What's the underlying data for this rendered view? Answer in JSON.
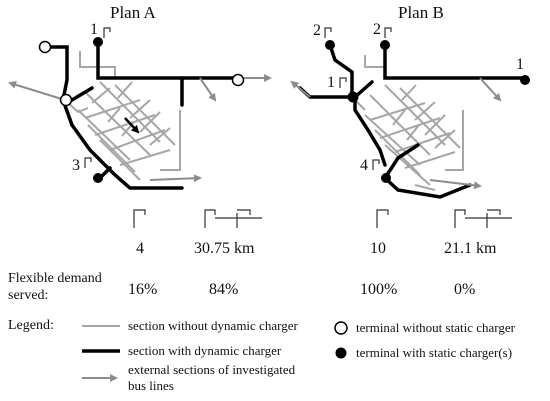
{
  "plans": [
    {
      "title": "Plan A",
      "terminal_labels": [
        "1",
        "3"
      ],
      "static_charger_count": "4",
      "dynamic_length": "30.75 km",
      "flexible_demand": [
        "16%",
        "84%"
      ]
    },
    {
      "title": "Plan B",
      "terminal_labels": [
        "2",
        "2",
        "1",
        "1",
        "4"
      ],
      "static_charger_count": "10",
      "dynamic_length": "21.1 km",
      "flexible_demand": [
        "100%",
        "0%"
      ]
    }
  ],
  "flexible_demand_label": "Flexible demand\nserved:",
  "legend": {
    "title": "Legend:",
    "items": [
      "section without dynamic charger",
      "section with dynamic charger",
      "external sections of investigated\nbus lines",
      "terminal without static charger",
      "terminal with static charger(s)"
    ]
  },
  "colors": {
    "section_without": "#a6a6a6",
    "section_with": "#000000",
    "external": "#8c8c8c",
    "terminal_open": "#ffffff",
    "terminal_filled": "#000000"
  }
}
